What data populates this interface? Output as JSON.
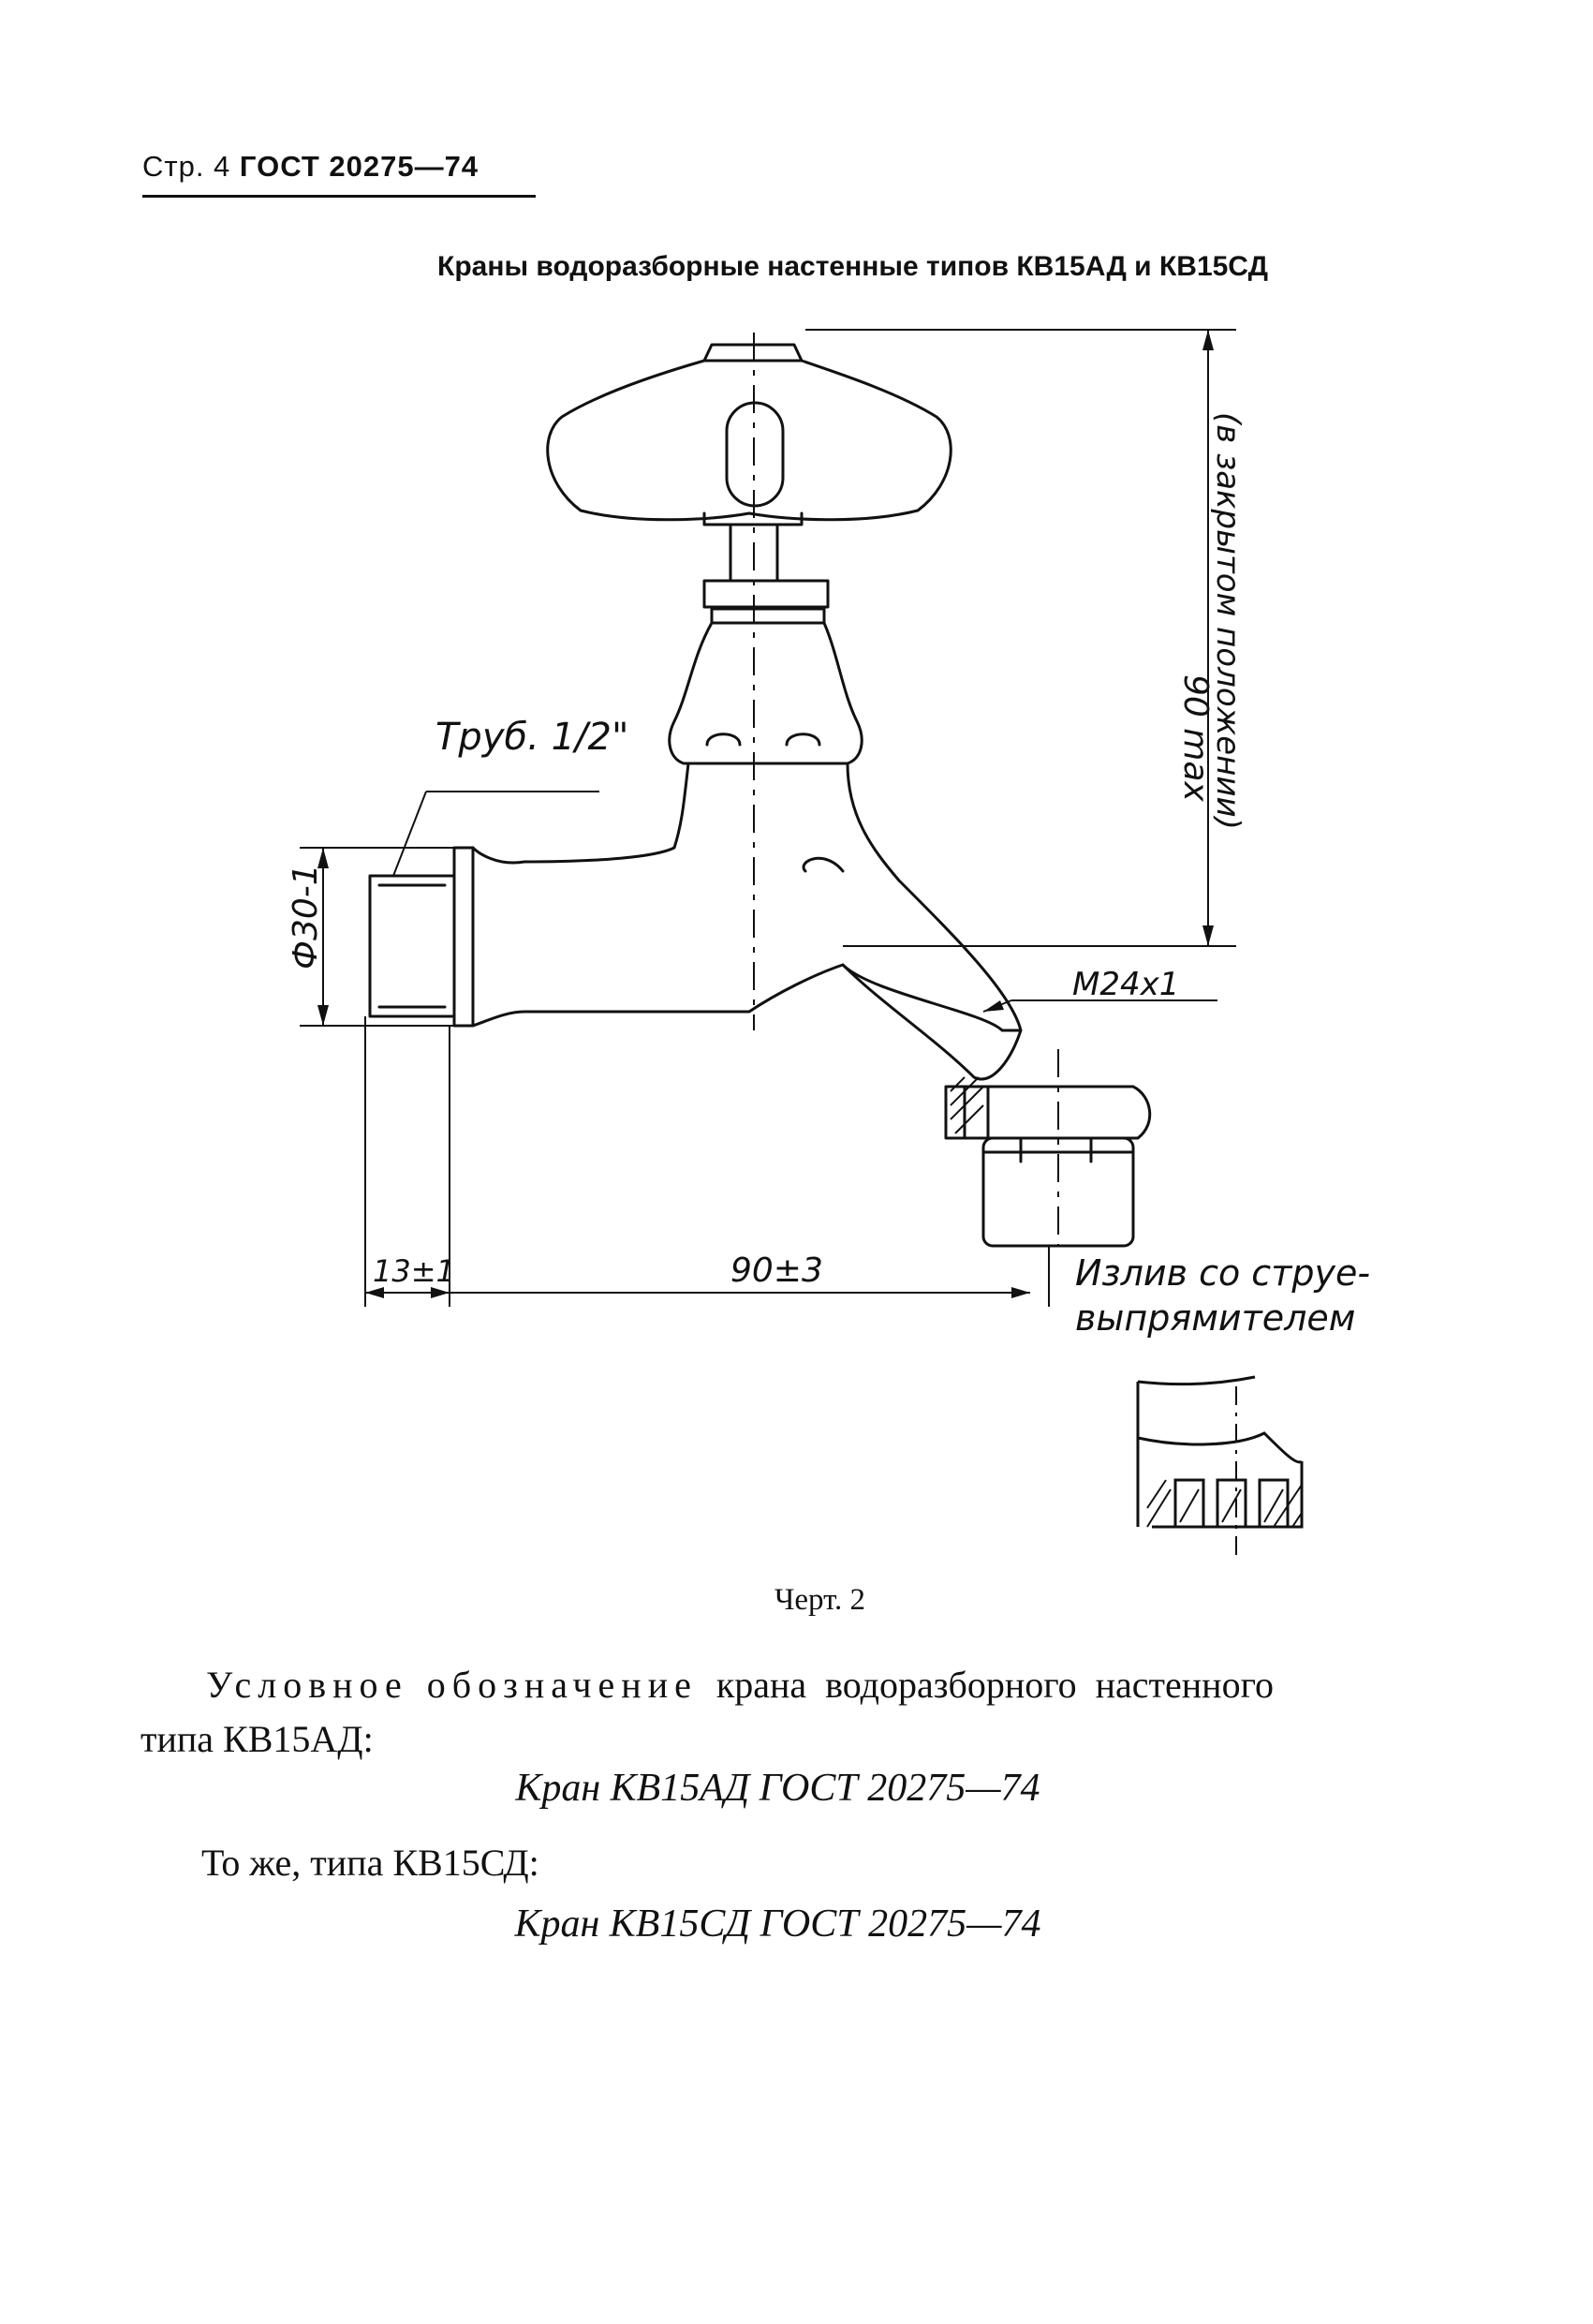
{
  "header": {
    "page_prefix": "Стр. 4",
    "standard": "ГОСТ 20275—74"
  },
  "title": "Краны водоразборные настенные типов КВ15АД и КВ15СД",
  "drawing": {
    "dims": {
      "pipe_thread": "Труб. 1/2\"",
      "diameter": "Ф30-1",
      "height": "90 max",
      "height_note": "(в закрытом положении)",
      "thread": "M24x1",
      "offset": "13±1",
      "length": "90±3",
      "spout_note_1": "Излив со струе-",
      "spout_note_2": "выпрямителем"
    }
  },
  "caption": "Черт. 2",
  "body": {
    "p1_word1": "Условное",
    "p1_word2": "обозначение",
    "p1_rest": "крана водоразборного настенного типа КВ15АД:",
    "formula1": "Кран КВ15АД ГОСТ 20275—74",
    "p2": "То же, типа КВ15СД:",
    "formula2": "Кран КВ15СД ГОСТ 20275—74"
  }
}
